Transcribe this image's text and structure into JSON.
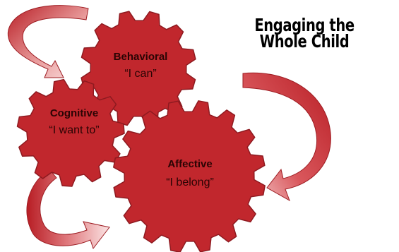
{
  "title": "Engaging the Whole Child",
  "colors": {
    "gear_fill": "#c1272d",
    "gear_edge": "#8e1a20",
    "arrow_fill": "#c1272d",
    "arrow_light": "#f6d6d6"
  },
  "gears": {
    "behavioral": {
      "name": "Behavioral",
      "quote": "“I can”"
    },
    "cognitive": {
      "name": "Cognitive",
      "quote": "“I want to”"
    },
    "affective": {
      "name": "Affective",
      "quote": "“I belong”"
    }
  },
  "arrows": [
    "arrow-top-left",
    "arrow-right",
    "arrow-bottom-left"
  ]
}
